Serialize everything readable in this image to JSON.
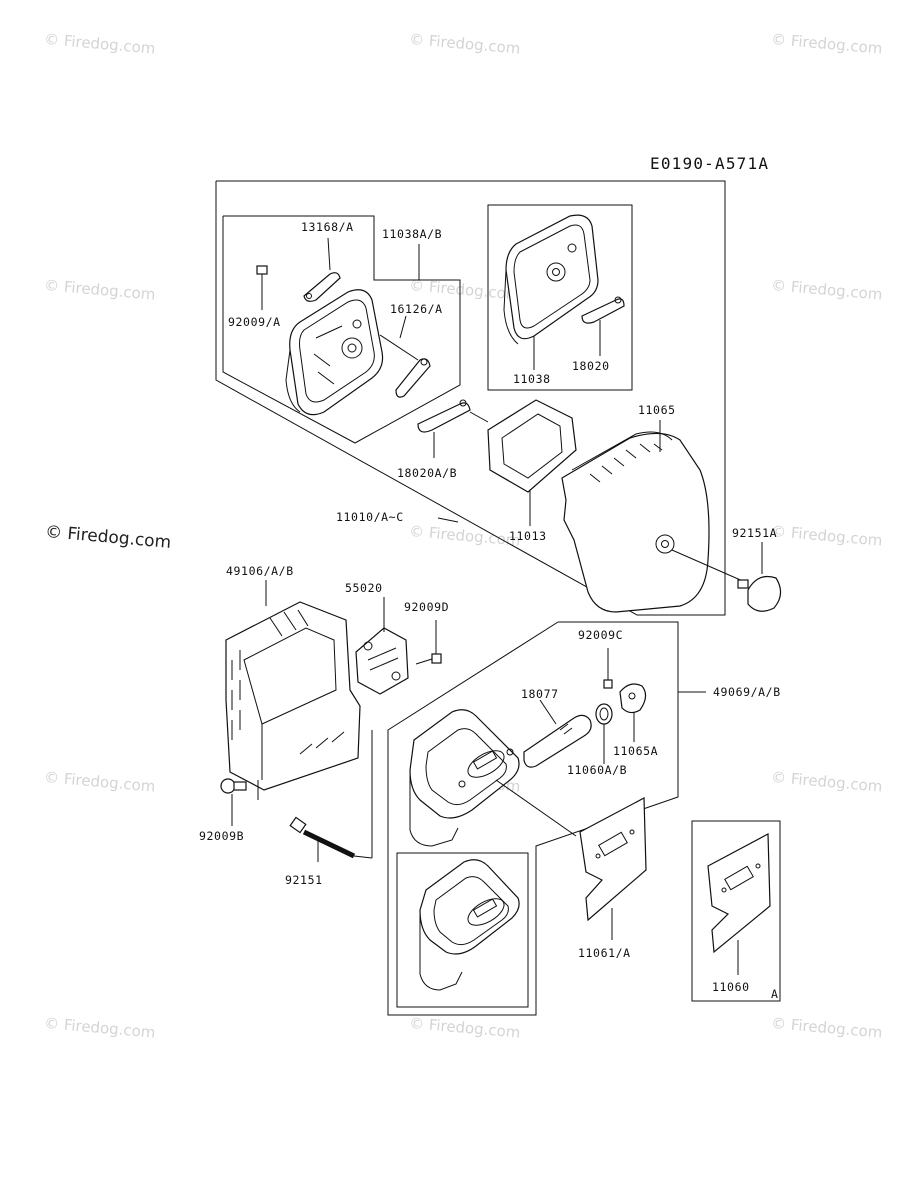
{
  "diagram_code": "E0190-A571A",
  "watermarks": {
    "text": "© Firedog.com",
    "featured": "© Firedog.com"
  },
  "labels": {
    "p13168": "13168/A",
    "p11038ab": "11038A/B",
    "p92009a": "92009/A",
    "p16126": "16126/A",
    "p11038": "11038",
    "p18020": "18020",
    "p11065": "11065",
    "p18020ab": "18020A/B",
    "p11010": "11010/A~C",
    "p11013": "11013",
    "p92151a": "92151A",
    "p49106": "49106/A/B",
    "p55020": "55020",
    "p92009d": "92009D",
    "p92009c": "92009C",
    "p49069": "49069/A/B",
    "p18077": "18077",
    "p11065a": "11065A",
    "p11060ab": "11060A/B",
    "p92009b": "92009B",
    "p92151": "92151",
    "p11061": "11061/A",
    "p11060": "11060",
    "p11060_suffix": "A"
  }
}
